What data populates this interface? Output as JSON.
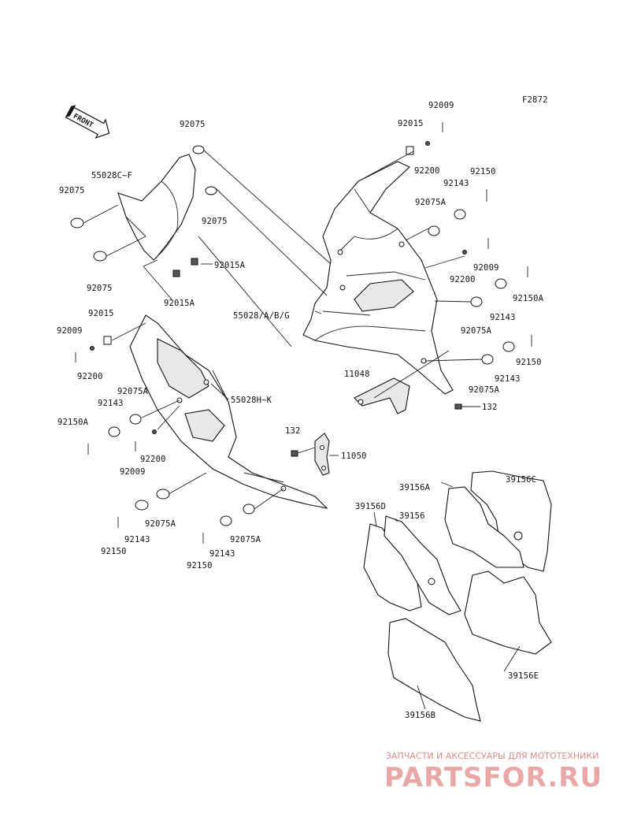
{
  "figure_code": "F2872",
  "front_arrow": {
    "text": "FRONT",
    "icon": "front-direction-arrow-icon"
  },
  "labels": [
    {
      "id": "92075-a",
      "text": "92075"
    },
    {
      "id": "55028c-f",
      "text": "55028C~F"
    },
    {
      "id": "92075-b",
      "text": "92075"
    },
    {
      "id": "92075-c",
      "text": "92075"
    },
    {
      "id": "92075-d",
      "text": "92075"
    },
    {
      "id": "92015a-a",
      "text": "92015A"
    },
    {
      "id": "92015a-b",
      "text": "92015A"
    },
    {
      "id": "92009-a",
      "text": "92009"
    },
    {
      "id": "92015-a",
      "text": "92015"
    },
    {
      "id": "92200-a",
      "text": "92200"
    },
    {
      "id": "92150-a",
      "text": "92150"
    },
    {
      "id": "92143-a",
      "text": "92143"
    },
    {
      "id": "92075a-a",
      "text": "92075A"
    },
    {
      "id": "92009-b",
      "text": "92009"
    },
    {
      "id": "92200-b",
      "text": "92200"
    },
    {
      "id": "92150a-a",
      "text": "92150A"
    },
    {
      "id": "92143-b",
      "text": "92143"
    },
    {
      "id": "92075a-b",
      "text": "92075A"
    },
    {
      "id": "55028abg",
      "text": "55028/A/B/G"
    },
    {
      "id": "92150-b",
      "text": "92150"
    },
    {
      "id": "92143-c",
      "text": "92143"
    },
    {
      "id": "92075a-c",
      "text": "92075A"
    },
    {
      "id": "11048",
      "text": "11048"
    },
    {
      "id": "132-a",
      "text": "132"
    },
    {
      "id": "92015-b",
      "text": "92015"
    },
    {
      "id": "92009-c",
      "text": "92009"
    },
    {
      "id": "92200-c",
      "text": "92200"
    },
    {
      "id": "92075a-d",
      "text": "92075A"
    },
    {
      "id": "92143-d",
      "text": "92143"
    },
    {
      "id": "92150a-b",
      "text": "92150A"
    },
    {
      "id": "55028h-k",
      "text": "55028H~K"
    },
    {
      "id": "92200-d",
      "text": "92200"
    },
    {
      "id": "92009-d",
      "text": "92009"
    },
    {
      "id": "132-b",
      "text": "132"
    },
    {
      "id": "11050",
      "text": "11050"
    },
    {
      "id": "92075a-e",
      "text": "92075A"
    },
    {
      "id": "92143-e",
      "text": "92143"
    },
    {
      "id": "92150-c",
      "text": "92150"
    },
    {
      "id": "92075a-f",
      "text": "92075A"
    },
    {
      "id": "92143-f",
      "text": "92143"
    },
    {
      "id": "92150-d",
      "text": "92150"
    },
    {
      "id": "39156a",
      "text": "39156A"
    },
    {
      "id": "39156c",
      "text": "39156C"
    },
    {
      "id": "39156d",
      "text": "39156D"
    },
    {
      "id": "39156",
      "text": "39156"
    },
    {
      "id": "39156e",
      "text": "39156E"
    },
    {
      "id": "39156b",
      "text": "39156B"
    }
  ],
  "watermark": {
    "tagline": "ЗАПЧАСТИ И АКСЕССУАРЫ ДЛЯ МОТОТЕХНИКИ",
    "brand": "PARTSFOR.RU"
  }
}
